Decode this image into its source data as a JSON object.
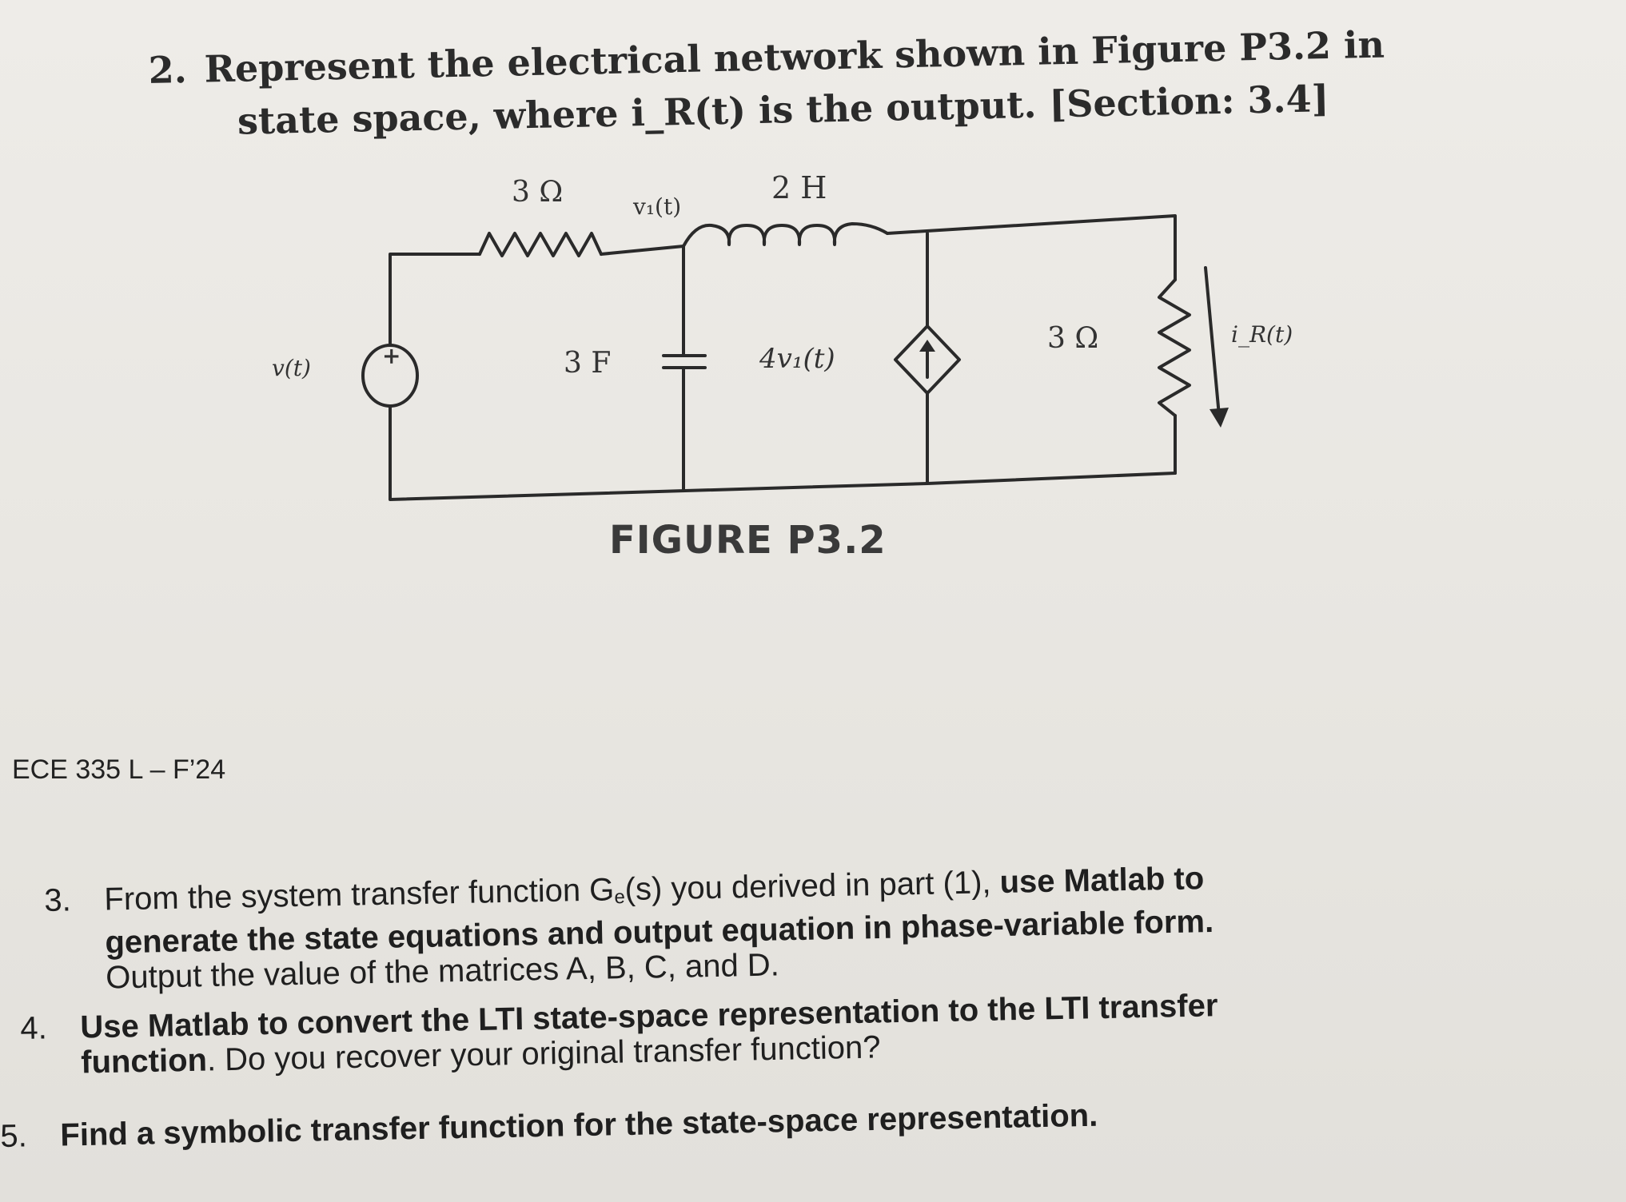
{
  "problem2": {
    "number": "2.",
    "line1": "Represent the electrical network shown in Figure P3.2 in",
    "line2": "state space, where i_R(t) is the output. [Section: 3.4]"
  },
  "circuit": {
    "resistor1_label": "3 Ω",
    "node_label": "v₁(t)",
    "inductor_label": "2 H",
    "source_label": "v(t)",
    "source_sign": "+",
    "capacitor_label": "3 F",
    "dependent_source_label": "4v₁(t)",
    "resistor2_label": "3 Ω",
    "current_label": "i_R(t)"
  },
  "figure_caption": "FIGURE P3.2",
  "course_tag": "ECE 335 L – F’24",
  "problem3": {
    "number": "3.",
    "line1_a": "From the system transfer function G",
    "line1_sub": "e",
    "line1_b": "(s) you derived in part (1), ",
    "line1_bold": "use Matlab to",
    "line2": "generate the state equations and output equation in phase-variable form.",
    "line3": "Output the value of the matrices A, B, C, and D."
  },
  "problem4": {
    "number": "4.",
    "line1": "Use Matlab to convert the LTI state-space representation to the LTI transfer",
    "line2_bold": "function",
    "line2_rest": ". Do you recover your original transfer function?"
  },
  "problem5": {
    "number": "5.",
    "line1": "Find a symbolic transfer function for the state-space representation."
  }
}
